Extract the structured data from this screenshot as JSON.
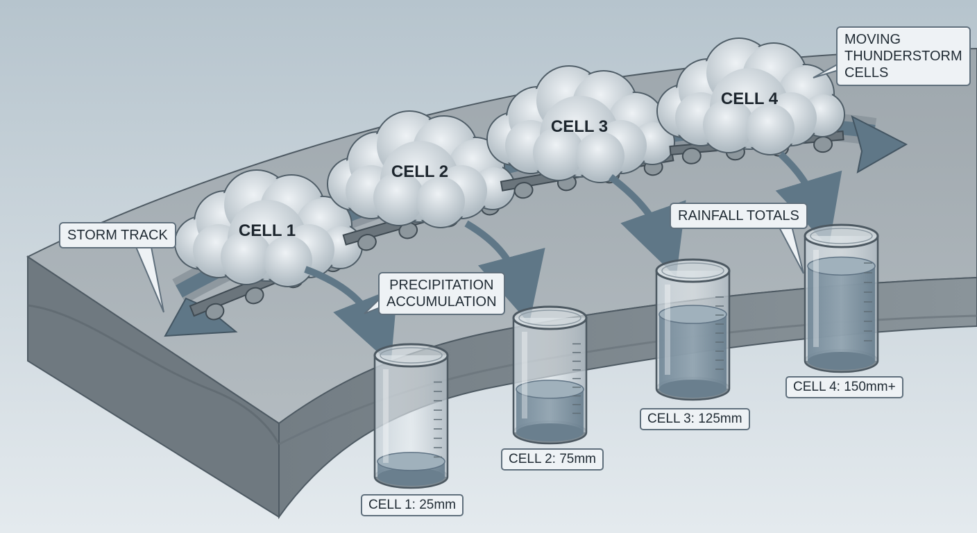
{
  "cells": [
    {
      "name": "CELL 1",
      "rainfall_label": "CELL 1: 25mm",
      "rainfall_mm": 25
    },
    {
      "name": "CELL 2",
      "rainfall_label": "CELL 2: 75mm",
      "rainfall_mm": 75
    },
    {
      "name": "CELL 3",
      "rainfall_label": "CELL 3: 125mm",
      "rainfall_mm": 125
    },
    {
      "name": "CELL 4",
      "rainfall_label": "CELL 4: 150mm+",
      "rainfall_mm": 150
    }
  ],
  "callouts": {
    "moving_cells": [
      "MOVING",
      "THUNDERSTORM",
      "CELLS"
    ],
    "storm_track": "STORM TRACK",
    "precipitation": [
      "PRECIPITATION",
      "ACCUMULATION"
    ],
    "rainfall_totals": "RAINFALL TOTALS"
  },
  "colors": {
    "background_top": "#b8c6cf",
    "background_bottom": "#e3e9ed",
    "ground_top": "#a4adb3",
    "ground_side": "#7c868d",
    "track": "#8e989f",
    "arrow": "#5f7787",
    "cloud": "#d2dbe1",
    "water": "#7a8e9c"
  }
}
